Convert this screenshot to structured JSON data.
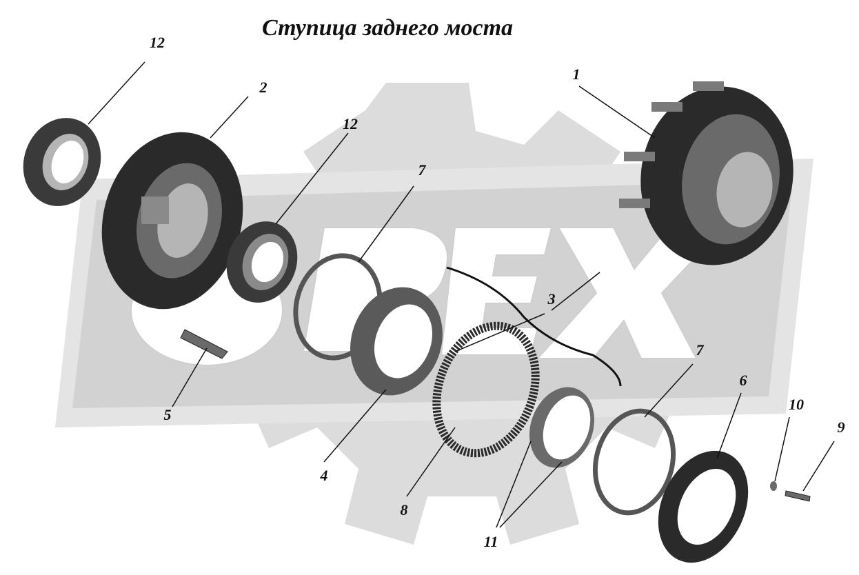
{
  "title": "Ступица заднего моста",
  "watermark": {
    "text": "OREX",
    "color": "#d8d8d8"
  },
  "parts": [
    {
      "id": "1",
      "shape": "hub-assembly"
    },
    {
      "id": "2",
      "shape": "hub"
    },
    {
      "id": "3",
      "shape": "cable"
    },
    {
      "id": "4",
      "shape": "seal-ring"
    },
    {
      "id": "5",
      "shape": "stud"
    },
    {
      "id": "6",
      "shape": "cover"
    },
    {
      "id": "7",
      "shape": "gasket"
    },
    {
      "id": "8",
      "shape": "toothed-ring"
    },
    {
      "id": "9",
      "shape": "bolt"
    },
    {
      "id": "10",
      "shape": "washer"
    },
    {
      "id": "11",
      "shape": "bearing-ring"
    },
    {
      "id": "12",
      "shape": "bearing"
    }
  ],
  "colors": {
    "part_dark": "#2a2a2a",
    "part_mid": "#6a6a6a",
    "part_light": "#b5b5b5",
    "line": "#111111"
  }
}
